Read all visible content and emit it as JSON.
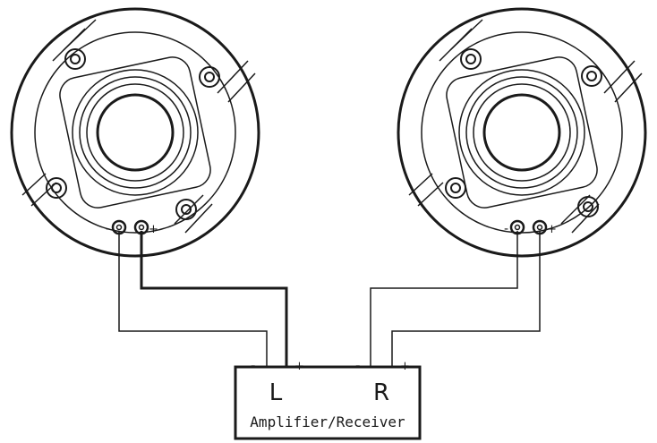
{
  "speakers": [
    {
      "id": "left",
      "neg_symbol": "-",
      "pos_symbol": "+"
    },
    {
      "id": "right",
      "neg_symbol": "-",
      "pos_symbol": "+"
    }
  ],
  "amplifier": {
    "left_channel": "L",
    "right_channel": "R",
    "label": "Amplifier/Receiver",
    "left_neg": "-",
    "left_pos": "+",
    "right_neg": "-",
    "right_pos": "+"
  },
  "colors": {
    "ink": "#1a1a1a",
    "background": "#ffffff"
  }
}
